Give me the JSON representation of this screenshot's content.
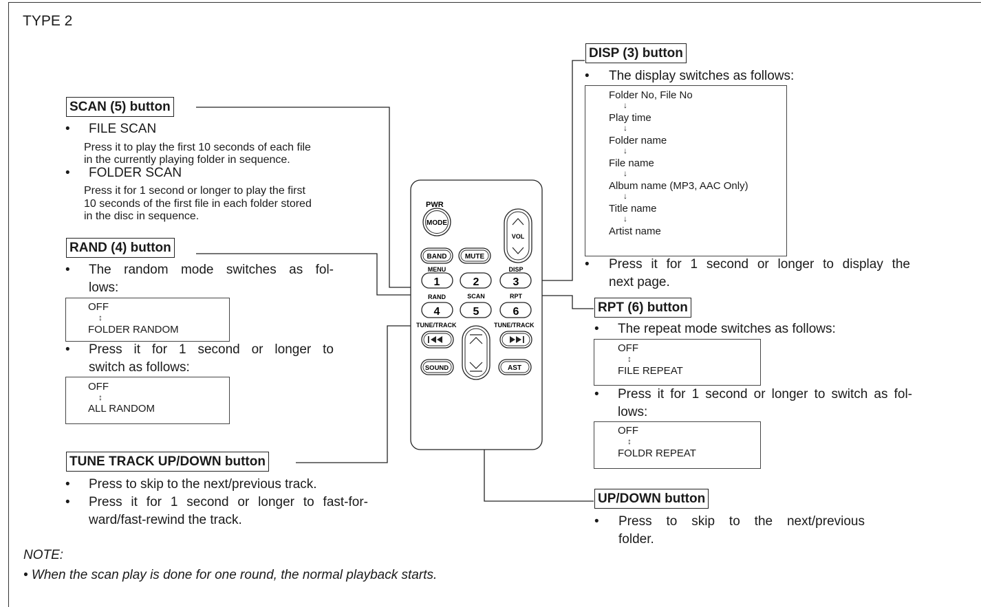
{
  "page_title": "TYPE 2",
  "scan": {
    "header": "SCAN (5) button",
    "file_scan": "FILE SCAN",
    "file_scan_desc": [
      "Press it to play the first 10 seconds of each file",
      "in the currently playing folder in sequence."
    ],
    "folder_scan": "FOLDER SCAN",
    "folder_scan_desc": [
      "Press it for 1 second or longer to play the first",
      "10 seconds of the first file in each folder stored",
      "in the disc in sequence."
    ]
  },
  "rand": {
    "header": "RAND (4) button",
    "line1a": "The random mode switches as fol-",
    "line1b": "lows:",
    "box1": [
      "OFF",
      "FOLDER RANDOM"
    ],
    "line2a": "Press it for 1 second or longer to",
    "line2b": "switch as follows:",
    "box2": [
      "OFF",
      "ALL RANDOM"
    ]
  },
  "tune": {
    "header": "TUNE TRACK UP/DOWN button",
    "line1": "Press to skip to the next/previous track.",
    "line2a": "Press it for 1 second or longer to fast-for-",
    "line2b": "ward/fast-rewind the track."
  },
  "disp": {
    "header": "DISP (3)  button",
    "intro": "The display switches as follows:",
    "items": [
      "Folder No, File No",
      "Play time",
      "Folder name",
      "File name",
      "Album name (MP3, AAC Only)",
      "Title name",
      "Artist name"
    ],
    "line2a": "Press it for 1 second or longer to display the",
    "line2b": "next page."
  },
  "rpt": {
    "header": "RPT (6) button",
    "intro": "The repeat mode switches as follows:",
    "box1": [
      "OFF",
      "FILE REPEAT"
    ],
    "line2a": "Press it for 1 second or longer to switch as fol-",
    "line2b": "lows:",
    "box2": [
      "OFF",
      "FOLDR REPEAT"
    ]
  },
  "updown": {
    "header": "UP/DOWN button",
    "line1a": "Press to skip to the next/previous",
    "line1b": "folder."
  },
  "note": {
    "label": "NOTE:",
    "text": "• When the scan play is done for one round, the normal playback starts."
  },
  "remote": {
    "pwr": "PWR",
    "mode": "MODE",
    "vol": "VOL",
    "band": "BAND",
    "mute": "MUTE",
    "menu": "MENU",
    "disp_lbl": "DISP",
    "rand_lbl": "RAND",
    "scan_lbl": "SCAN",
    "rpt_lbl": "RPT",
    "tune_l": "TUNE/TRACK",
    "tune_r": "TUNE/TRACK",
    "sound": "SOUND",
    "ast": "AST",
    "num1": "1",
    "num2": "2",
    "num3": "3",
    "num4": "4",
    "num5": "5",
    "num6": "6"
  },
  "glyphs": {
    "bullet": "•",
    "updown_arrow": "↕",
    "down_arrow": "↓"
  }
}
